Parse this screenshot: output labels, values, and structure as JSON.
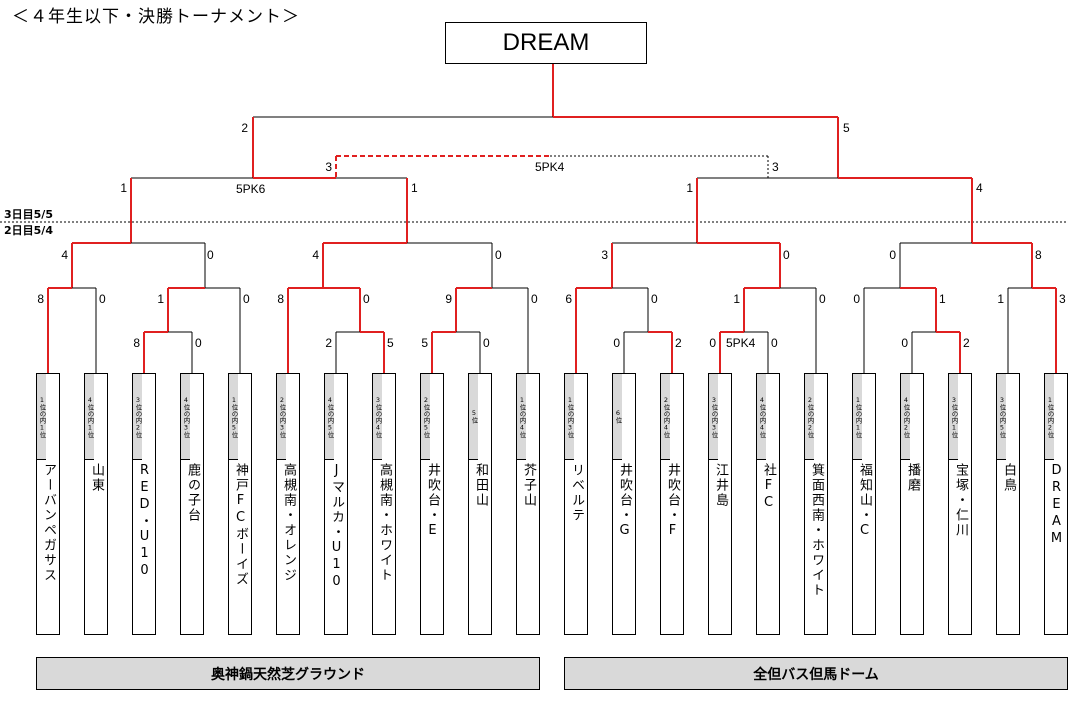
{
  "title": "＜４年生以下・決勝トーナメント＞",
  "champion": "DREAM",
  "days": {
    "day3": "3日目5/5",
    "day2": "2日目5/4"
  },
  "venues": [
    "奥神鍋天然芝グラウンド",
    "全但バス但馬ドーム"
  ],
  "colors": {
    "win_line": "#e02020",
    "line": "#000000",
    "rank_bg": "#d9d9d9"
  },
  "teams": [
    {
      "rank": "1位の内1位",
      "name": "アーバンペガサス"
    },
    {
      "rank": "4位の内1位",
      "name": "山東"
    },
    {
      "rank": "3位の内2位",
      "name": "RED・U10"
    },
    {
      "rank": "4位の内3位",
      "name": "鹿の子台"
    },
    {
      "rank": "1位の内5位",
      "name": "神戸FCボーイズ"
    },
    {
      "rank": "2位の内3位",
      "name": "高槻南・オレンジ"
    },
    {
      "rank": "4位の内5位",
      "name": "Jマルカ・U10"
    },
    {
      "rank": "3位の内4位",
      "name": "高槻南・ホワイト"
    },
    {
      "rank": "2位の内5位",
      "name": "井吹台・E"
    },
    {
      "rank": "5位",
      "name": "和田山"
    },
    {
      "rank": "1位の内4位",
      "name": "芥子山"
    },
    {
      "rank": "1位の内3位",
      "name": "リベルテ"
    },
    {
      "rank": "6位",
      "name": "井吹台・G"
    },
    {
      "rank": "2位の内4位",
      "name": "井吹台・F"
    },
    {
      "rank": "3位の内3位",
      "name": "江井島"
    },
    {
      "rank": "4位の内4位",
      "name": "社FC"
    },
    {
      "rank": "2位の内2位",
      "name": "箕面西南・ホワイト"
    },
    {
      "rank": "1位の内1位",
      "name": "福知山・C"
    },
    {
      "rank": "4位の内2位",
      "name": "播磨"
    },
    {
      "rank": "3位の内1位",
      "name": "宝塚・仁川"
    },
    {
      "rank": "3位の内5位",
      "name": "白鳥"
    },
    {
      "rank": "1位の内2位",
      "name": "DREAM"
    }
  ],
  "scores": {
    "final": [
      "2",
      "5"
    ],
    "sf_left": [
      "3",
      "3"
    ],
    "sf_pk": "5PK4",
    "qf1": [
      "1",
      "1"
    ],
    "qf1_pk": "5PK6",
    "qf2": [
      "1",
      "4"
    ],
    "r16": [
      "4",
      "0",
      "4",
      "0",
      "3",
      "0",
      "0",
      "8"
    ],
    "r32": [
      "8",
      "0",
      "1",
      "0",
      "8",
      "0",
      "9",
      "0",
      "6",
      "0",
      "1",
      "0",
      "0",
      "1",
      "1",
      "3"
    ],
    "r64": [
      "8",
      "0",
      "2",
      "5",
      "5",
      "0",
      "0",
      "2",
      "0",
      "0",
      "0",
      "2"
    ],
    "r64_pk": "5PK4"
  }
}
